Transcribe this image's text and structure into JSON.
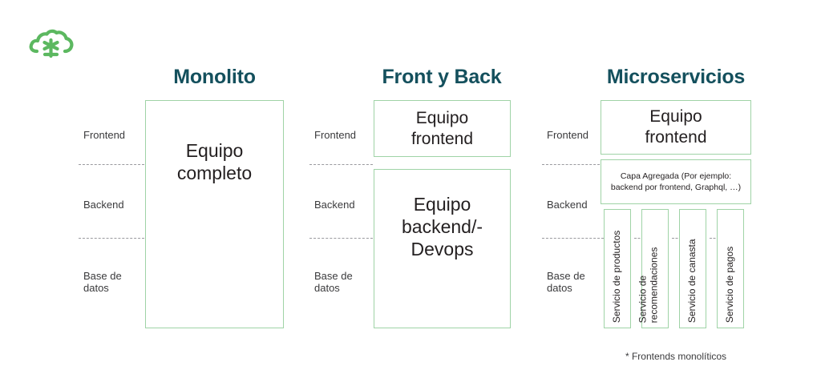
{
  "logo": {
    "name": "cloud-tree-logo",
    "color": "#5cb860"
  },
  "theme": {
    "heading_color": "#14505d",
    "box_border_color": "#9fd3a6",
    "text_color": "#231f20",
    "label_color": "#3a3a3c",
    "dash_color": "#9a9a9e",
    "background": "#ffffff"
  },
  "row_labels": {
    "frontend": "Frontend",
    "backend": "Backend",
    "database": "Base de\ndatos"
  },
  "columns": [
    {
      "id": "monolito",
      "heading": "Monolito",
      "boxes": [
        {
          "id": "equipo-completo",
          "label": "Equipo\ncompleto"
        }
      ]
    },
    {
      "id": "front-y-back",
      "heading": "Front y Back",
      "boxes": [
        {
          "id": "equipo-frontend",
          "label": "Equipo\nfrontend"
        },
        {
          "id": "equipo-backend-devops",
          "label": "Equipo\nbackend/-\nDevops"
        }
      ]
    },
    {
      "id": "microservicios",
      "heading": "Microservicios",
      "boxes": [
        {
          "id": "equipo-frontend",
          "label": "Equipo\nfrontend"
        },
        {
          "id": "capa-agregada",
          "label": "Capa Agregada (Por ejemplo: backend por frontend, Graphql, …)"
        }
      ],
      "services": [
        {
          "id": "servicio-productos",
          "label": "Servicio de productos"
        },
        {
          "id": "servicio-recomendaciones",
          "label": "Servicio de\nrecomendaciones"
        },
        {
          "id": "servicio-canasta",
          "label": "Servicio de canasta"
        },
        {
          "id": "servicio-pagos",
          "label": "Servicio de pagos"
        }
      ],
      "footnote": "* Frontends monolíticos"
    }
  ]
}
